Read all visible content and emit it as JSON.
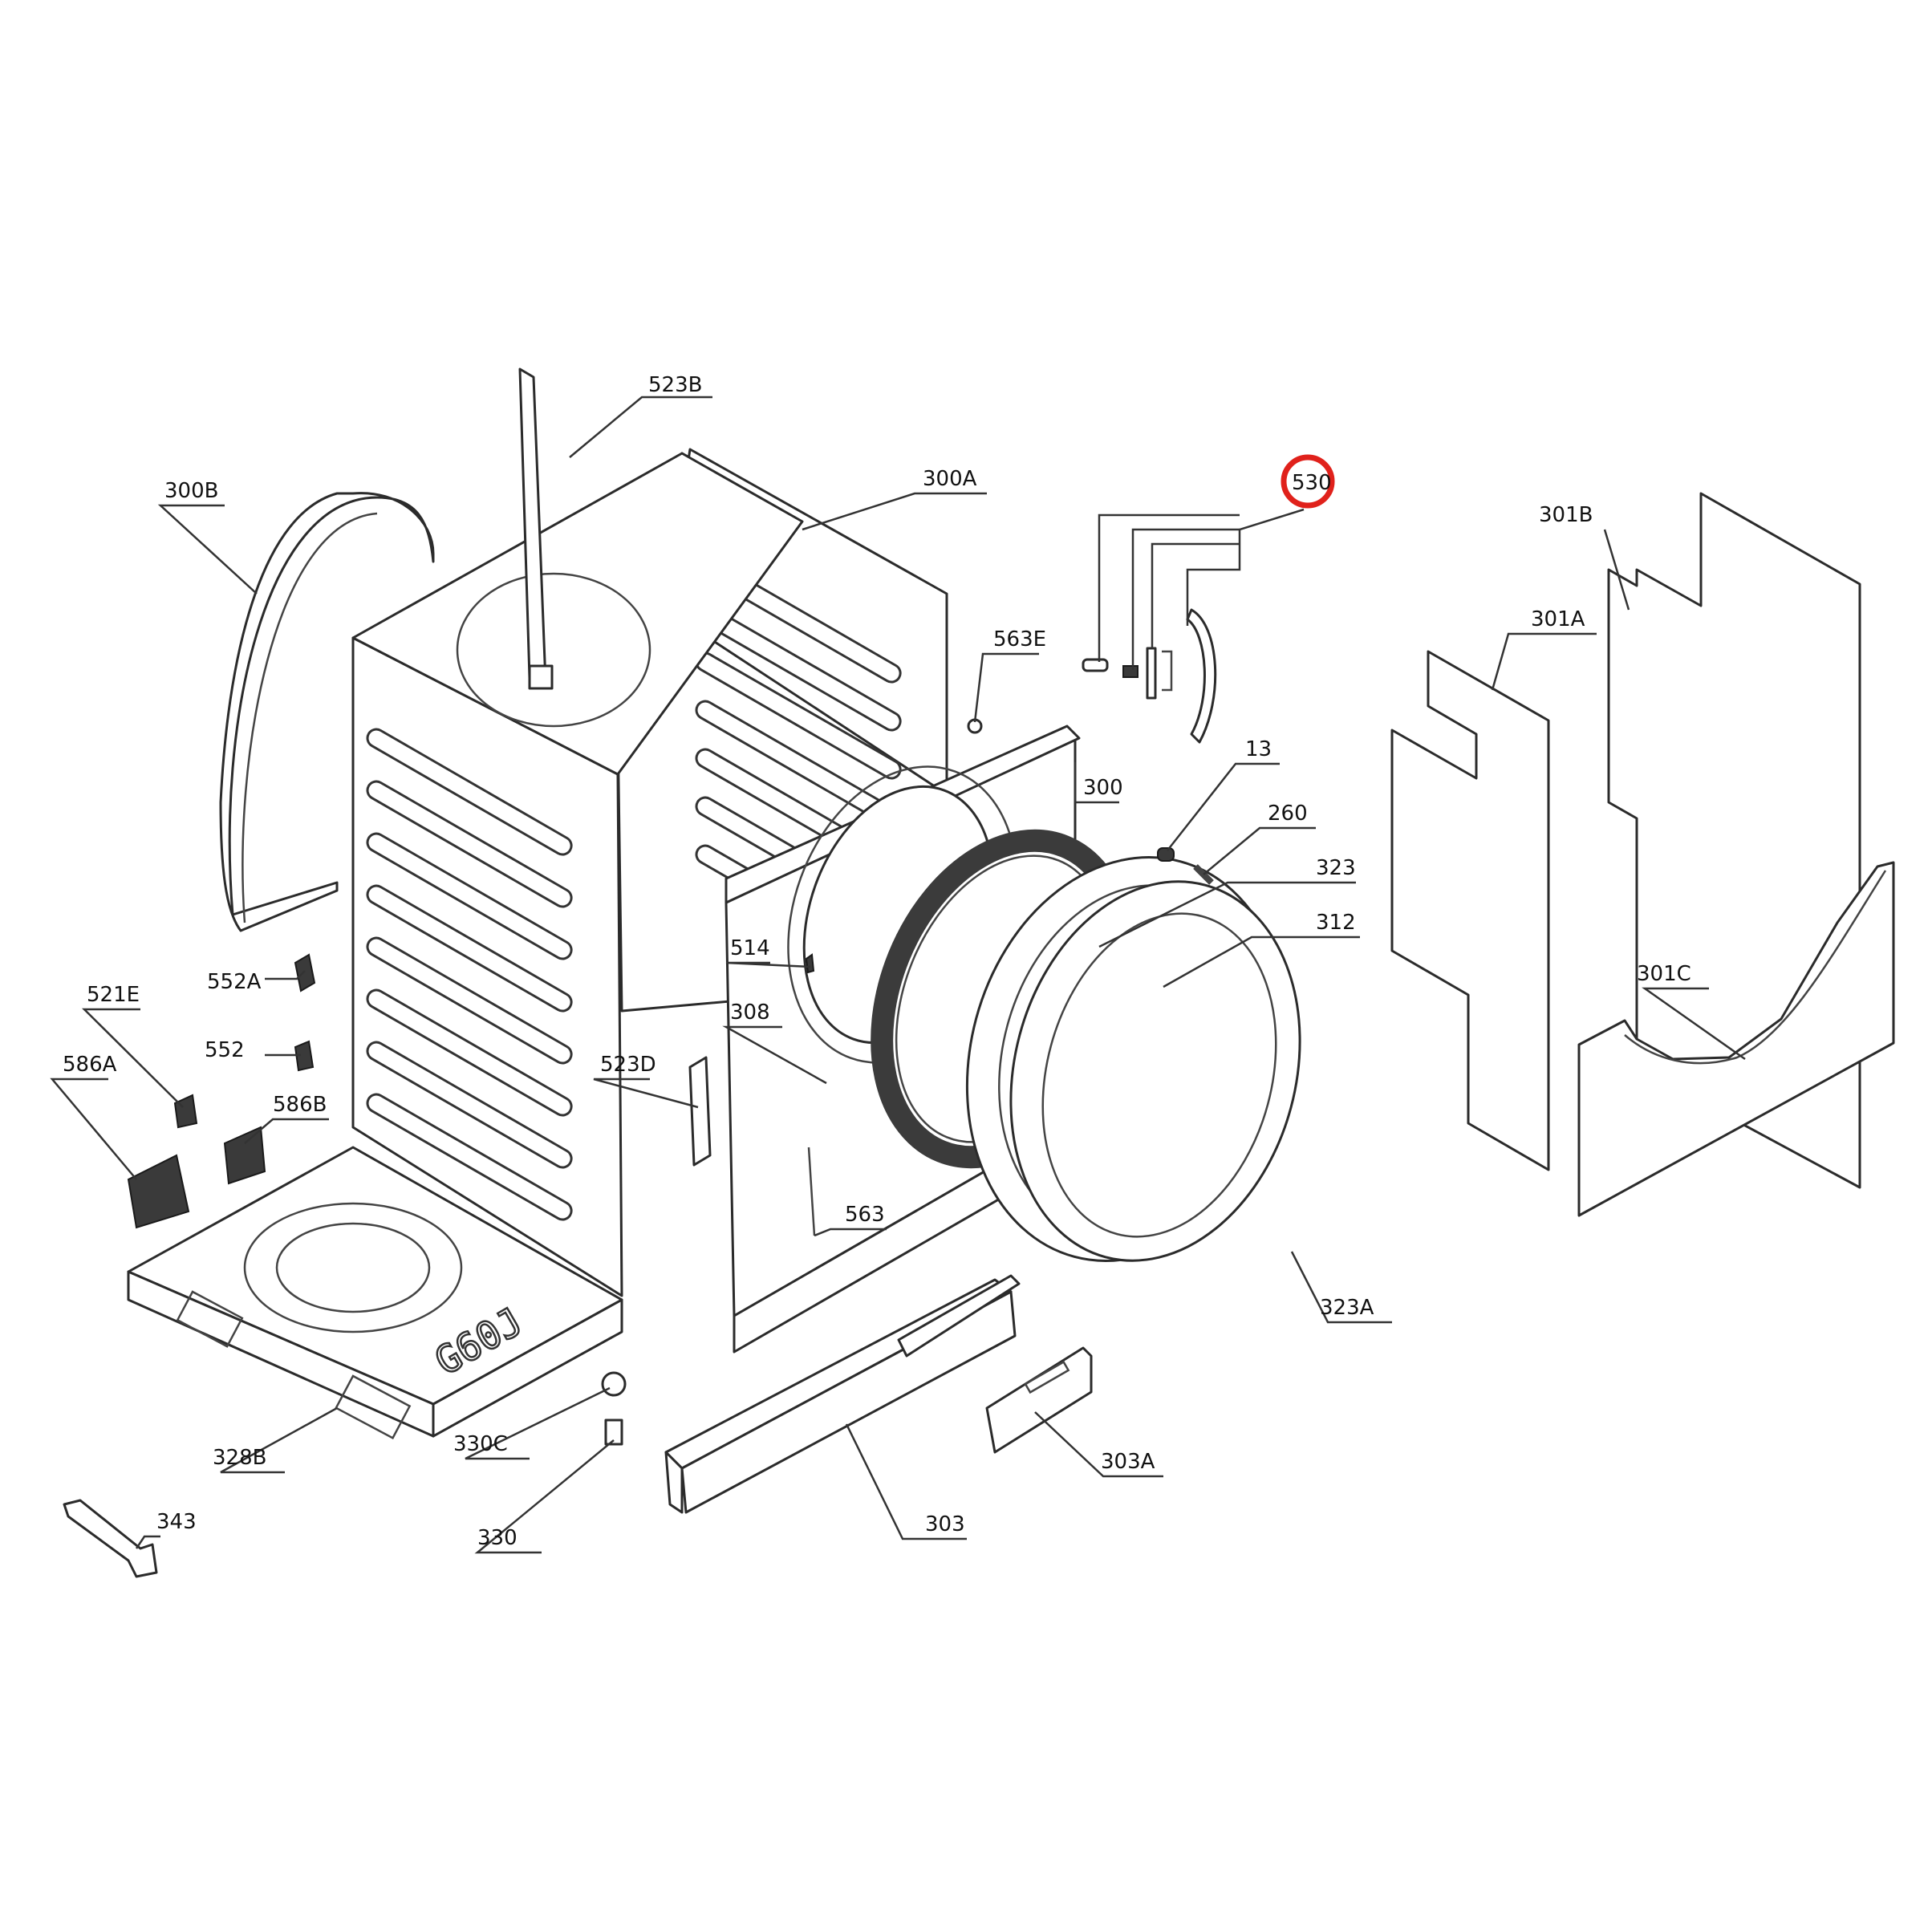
{
  "diagram": {
    "stamp_text": "G60J",
    "highlight_color": "#e0211b",
    "highlighted_callout": "530",
    "callouts": [
      {
        "id": "523B",
        "label": "523B"
      },
      {
        "id": "300A",
        "label": "300A"
      },
      {
        "id": "300B",
        "label": "300B"
      },
      {
        "id": "530",
        "label": "530"
      },
      {
        "id": "301B",
        "label": "301B"
      },
      {
        "id": "301A",
        "label": "301A"
      },
      {
        "id": "563E",
        "label": "563E"
      },
      {
        "id": "13",
        "label": "13"
      },
      {
        "id": "300",
        "label": "300"
      },
      {
        "id": "260",
        "label": "260"
      },
      {
        "id": "323",
        "label": "323"
      },
      {
        "id": "312",
        "label": "312"
      },
      {
        "id": "514",
        "label": "514"
      },
      {
        "id": "552A",
        "label": "552A"
      },
      {
        "id": "301C",
        "label": "301C"
      },
      {
        "id": "521E",
        "label": "521E"
      },
      {
        "id": "308",
        "label": "308"
      },
      {
        "id": "552",
        "label": "552"
      },
      {
        "id": "586A",
        "label": "586A"
      },
      {
        "id": "523D",
        "label": "523D"
      },
      {
        "id": "586B",
        "label": "586B"
      },
      {
        "id": "563",
        "label": "563"
      },
      {
        "id": "323A",
        "label": "323A"
      },
      {
        "id": "330C",
        "label": "330C"
      },
      {
        "id": "303A",
        "label": "303A"
      },
      {
        "id": "328B",
        "label": "328B"
      },
      {
        "id": "343",
        "label": "343"
      },
      {
        "id": "303",
        "label": "303"
      },
      {
        "id": "330",
        "label": "330"
      }
    ]
  }
}
